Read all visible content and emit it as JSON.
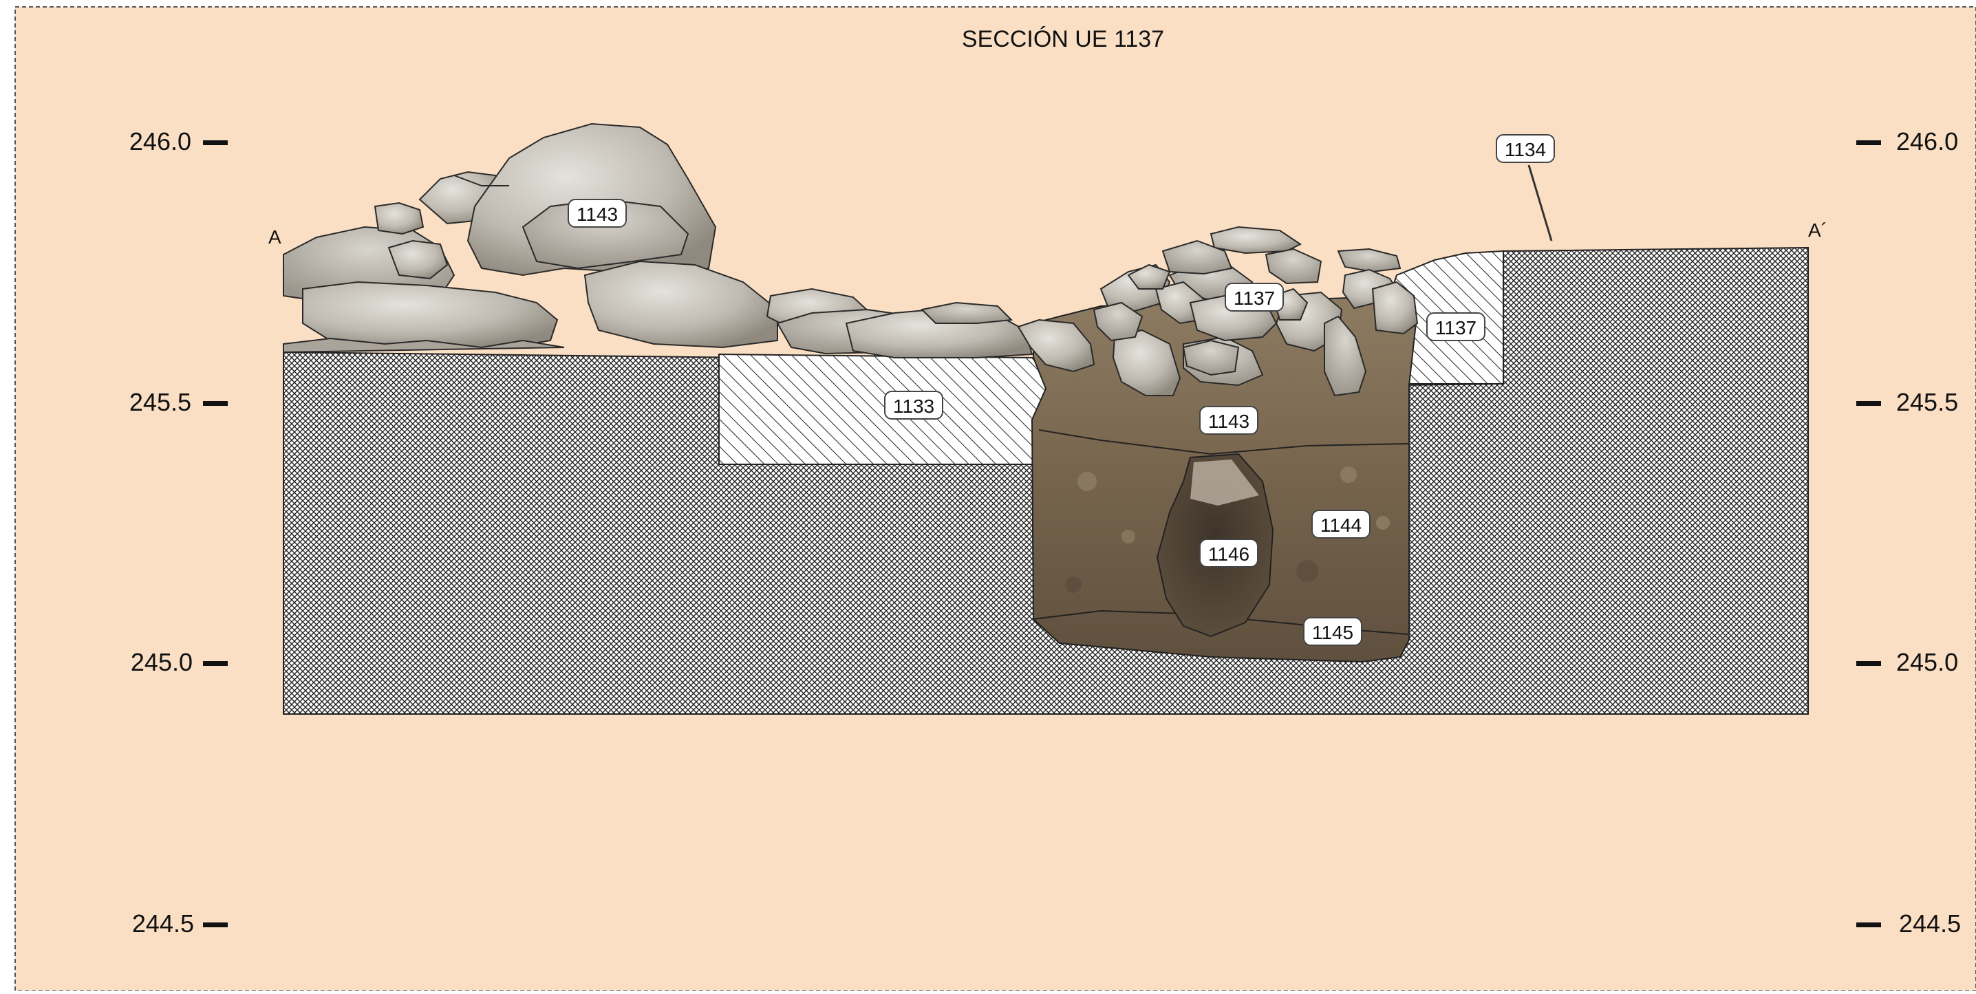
{
  "title": "SECCIÓN UE 1137",
  "section_ends": {
    "left": "A",
    "right": "A´"
  },
  "elevation_ticks": {
    "left": [
      "246.0",
      "245.5",
      "245.0",
      "244.5"
    ],
    "right": [
      "246.0",
      "245.5",
      "245.0",
      "244.5"
    ]
  },
  "unit_labels": {
    "stones_left": "1143",
    "layer_1133": "1133",
    "label_1134": "1134",
    "fill_1137": "1137",
    "fill_1137_right": "1137",
    "fill_1143": "1143",
    "fill_1144": "1144",
    "fill_1146": "1146",
    "fill_1145": "1145"
  },
  "colors": {
    "background": "#fadfc4",
    "stone_light": "#d3d0c9",
    "stone_mid": "#b2ada4",
    "pit_fill": "#7d6a52",
    "pit_dark": "#4d4032",
    "hatch_line": "#222222"
  }
}
